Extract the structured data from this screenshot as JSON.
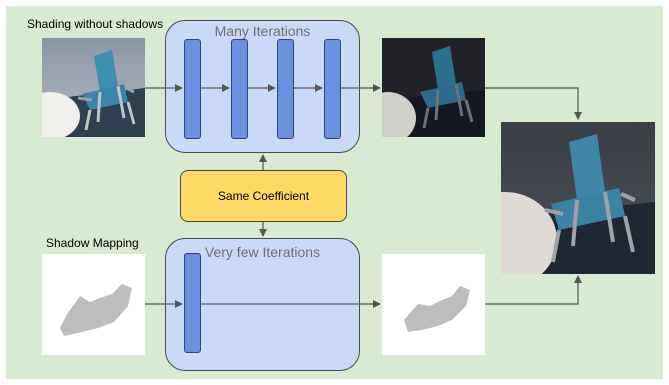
{
  "labels": {
    "top_left": "Shading without shadows",
    "bottom_left": "Shadow Mapping"
  },
  "top_block": {
    "title": "Many Iterations"
  },
  "bottom_block": {
    "title": "Very few Iterations"
  },
  "coefficient_box": {
    "label": "Same Coefficient"
  },
  "colors": {
    "background": "#d9ead3",
    "block_fill": "#c9daf8",
    "bar_fill": "#6d8fe0",
    "coefficient_fill": "#ffd966",
    "arrow": "#555555"
  },
  "icons": [
    "arrow-right",
    "arrow-up",
    "arrow-down"
  ]
}
